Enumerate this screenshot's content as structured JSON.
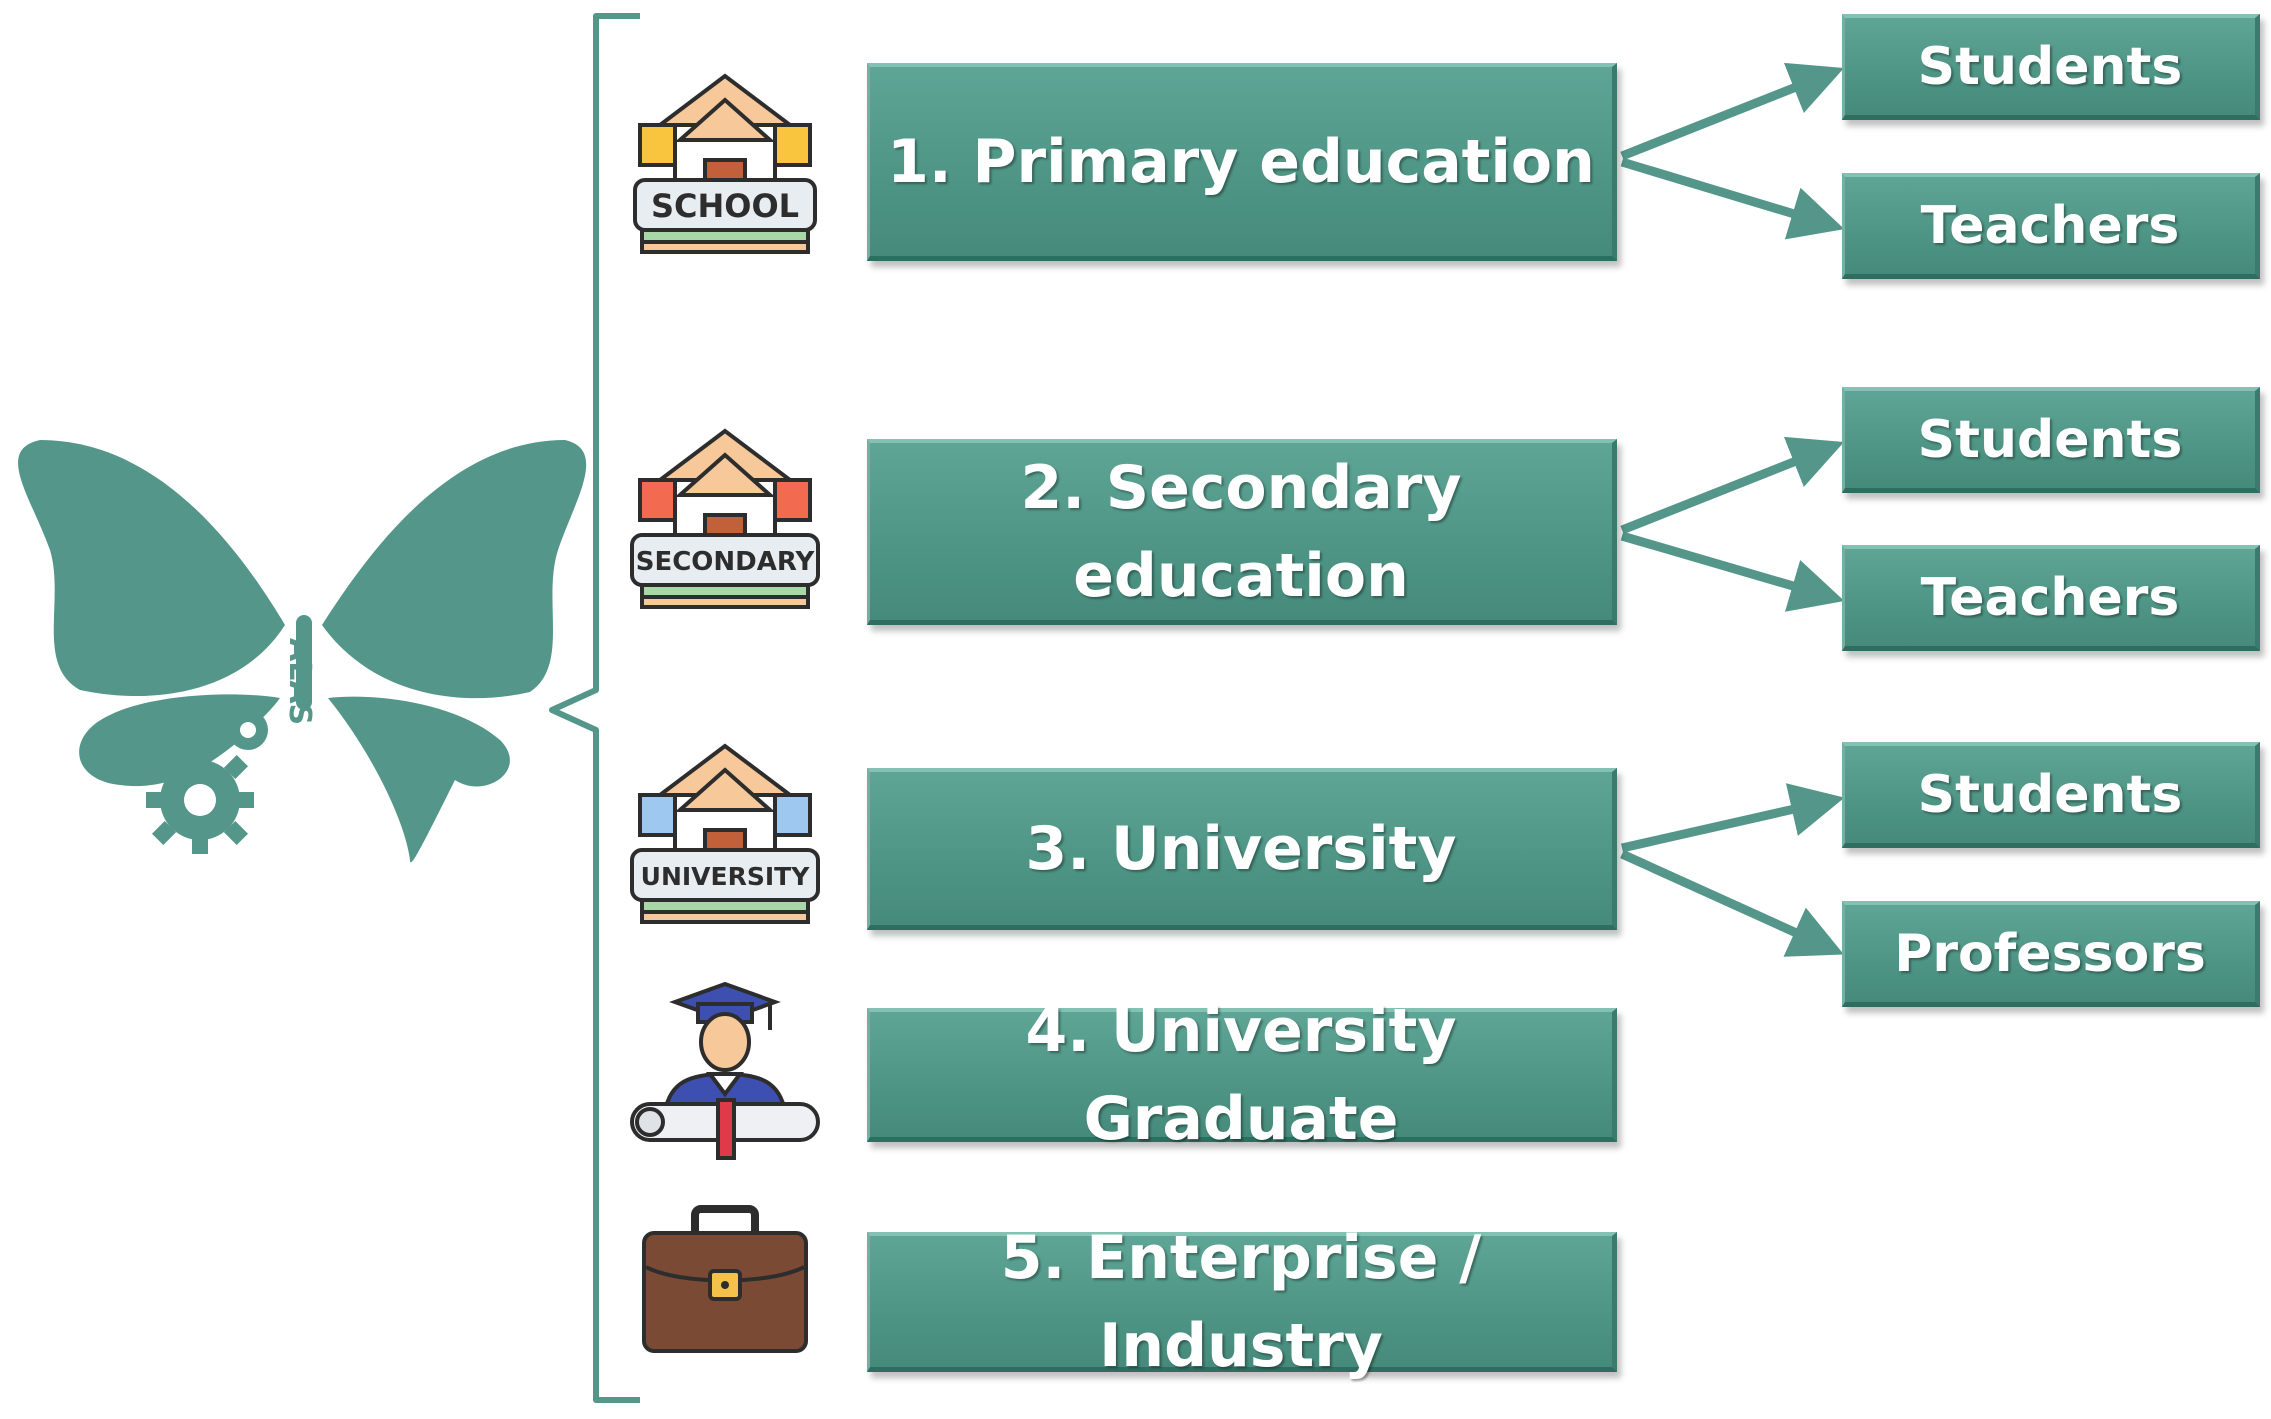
{
  "logo": {
    "letters": "ALAS",
    "color": "#54978a"
  },
  "colors": {
    "box": "#4f9686",
    "box_highlight": "#82c2b3",
    "bracket": "#54978a",
    "arrow": "#54978a"
  },
  "levels": [
    {
      "label": "1. Primary education",
      "icon": "school-building-icon",
      "icon_text": "SCHOOL",
      "targets": [
        {
          "label": "Students"
        },
        {
          "label": "Teachers"
        }
      ]
    },
    {
      "label": "2. Secondary education",
      "icon": "secondary-school-icon",
      "icon_text": "SECONDARY",
      "targets": [
        {
          "label": "Students"
        },
        {
          "label": "Teachers"
        }
      ]
    },
    {
      "label": "3. University",
      "icon": "university-building-icon",
      "icon_text": "UNIVERSITY",
      "targets": [
        {
          "label": "Students"
        },
        {
          "label": "Professors"
        }
      ]
    },
    {
      "label": "4. University Graduate",
      "icon": "graduate-diploma-icon",
      "targets": []
    },
    {
      "label": "5. Enterprise / Industry",
      "icon": "briefcase-icon",
      "targets": []
    }
  ]
}
